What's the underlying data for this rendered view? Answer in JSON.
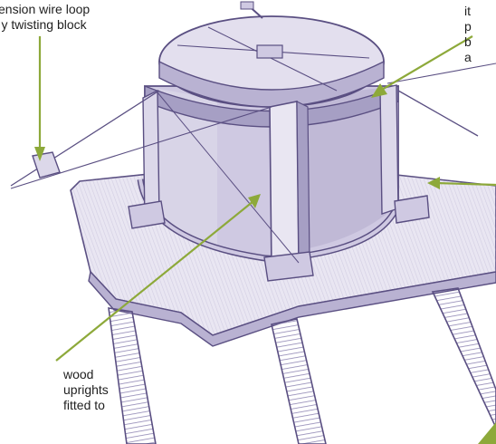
{
  "colors": {
    "line": "#5a4f82",
    "shade": "#b9b2d2",
    "shade_light": "#dcd8ea",
    "shade_dark": "#8f86b3",
    "arrow": "#8da93a",
    "text": "#1f1f1f"
  },
  "labels": {
    "tension": [
      "ension wire loop",
      "y twisting block"
    ],
    "top_right": [
      "it",
      "p",
      "b",
      "a"
    ],
    "wood": [
      "wood",
      "uprights",
      "fitted to"
    ]
  }
}
